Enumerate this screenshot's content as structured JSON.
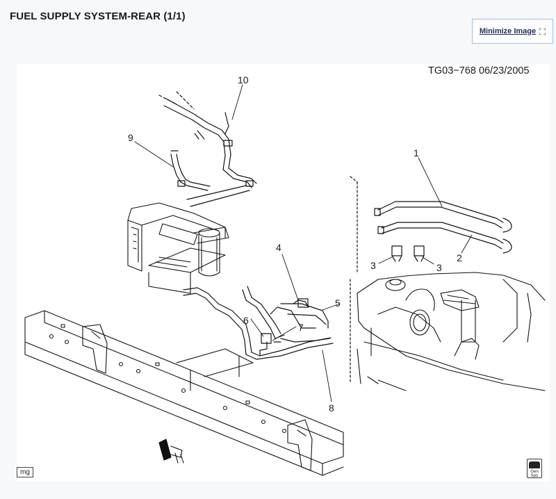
{
  "header": {
    "title": "FUEL SUPPLY SYSTEM-REAR (1/1)",
    "minimize_label": "Minimize Image"
  },
  "diagram": {
    "reference": "TG03−768  06/23/2005",
    "callouts": [
      "10",
      "9",
      "1",
      "2",
      "3",
      "3",
      "4",
      "5",
      "6",
      "7",
      "8"
    ],
    "badge": "mg",
    "spec_icon_label": "Gen Spo"
  }
}
